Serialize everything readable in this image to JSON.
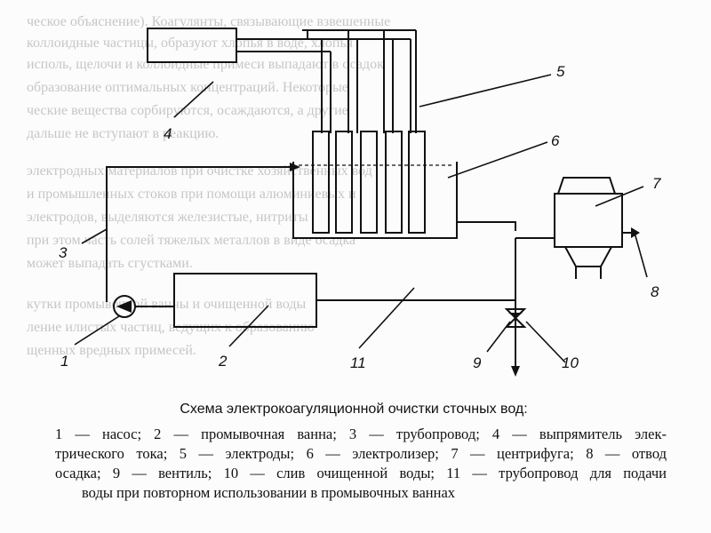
{
  "background_text": [
    "ческое объяснение). Коагулянты, связывающие взвешенные",
    "коллоидные частицы, образуют хлопья в воде, хлопья",
    "исполь, щелочи и коллоидные примеси выпадают в осадок",
    "образование оптимальных концентраций. Некоторые",
    "ческие вещества сорбируются, осаждаются, а другие",
    "дальше не вступают в реакцию.",
    "электродных материалов при очистке хозяйственных вод",
    "и промышленных стоков при помощи алюминиевых и",
    "электродов, выделяются железистые, нитриты",
    "при этом часть солей тяжелых металлов в виде осадка",
    "может выпадать сгустками.",
    "кутки промывочной ванны и очищенной воды",
    "ление илистых частиц, ведущих к образованию",
    "щенных вредных примесей."
  ],
  "diagram": {
    "labels": {
      "n1": "1",
      "n2": "2",
      "n3": "3",
      "n4": "4",
      "n5": "5",
      "n6": "6",
      "n7": "7",
      "n8": "8",
      "n9": "9",
      "n10": "10",
      "n11": "11"
    }
  },
  "caption": {
    "title": "Схема электрокоагуляционной очистки сточных вод:",
    "line1": "1 — насос; 2 — промывочная ванна; 3 — трубопровод; 4 — выпрямитель элек-",
    "line2": "трического тока; 5 — электроды; 6 — электролизер; 7 — центрифуга; 8 — отвод",
    "line3": "осадка; 9 — вентиль; 10 — слив очищенной воды; 11 — трубопровод для подачи",
    "line4": "воды при повторном использовании в промывочных ваннах"
  }
}
